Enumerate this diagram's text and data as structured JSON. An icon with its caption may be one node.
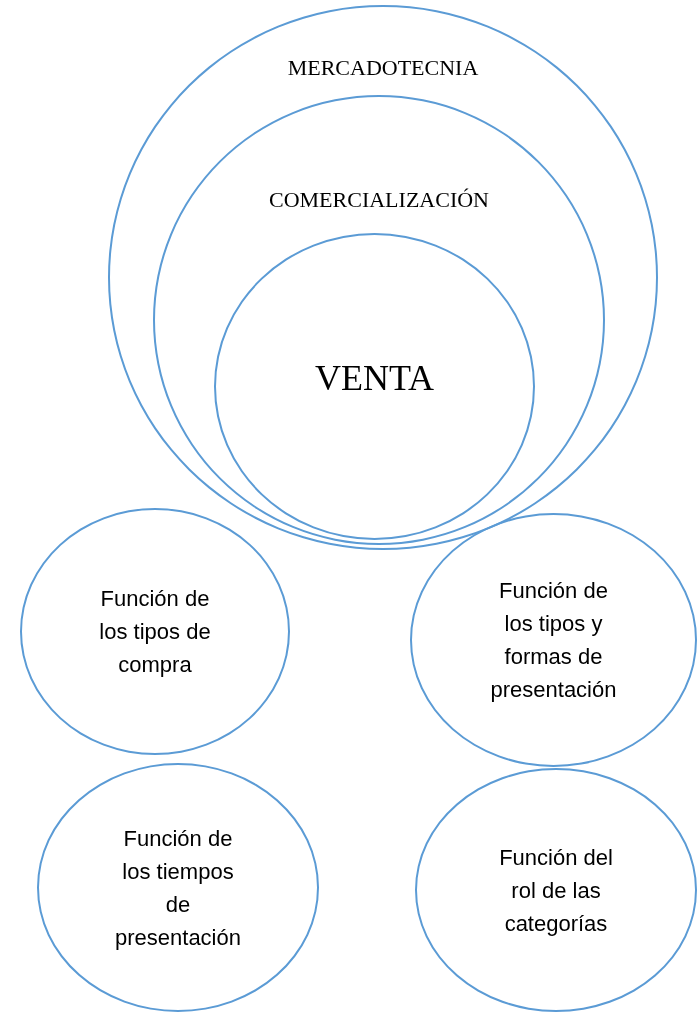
{
  "diagram": {
    "nodes": [
      {
        "text": [
          "MERCADOTECNIA"
        ]
      },
      {
        "text": [
          "COMERCIALIZACIÓN"
        ],
        "in": 0
      },
      {
        "text": [
          "VENTA"
        ],
        "in": 1
      },
      {
        "text": [
          "Función de los tipos de compra"
        ]
      },
      {
        "text": [
          "Función de los tipos y formas de presentación"
        ]
      },
      {
        "text": [
          "Función de los tiempos de presentación"
        ]
      },
      {
        "text": [
          "Función del rol de las categorías"
        ]
      }
    ]
  }
}
